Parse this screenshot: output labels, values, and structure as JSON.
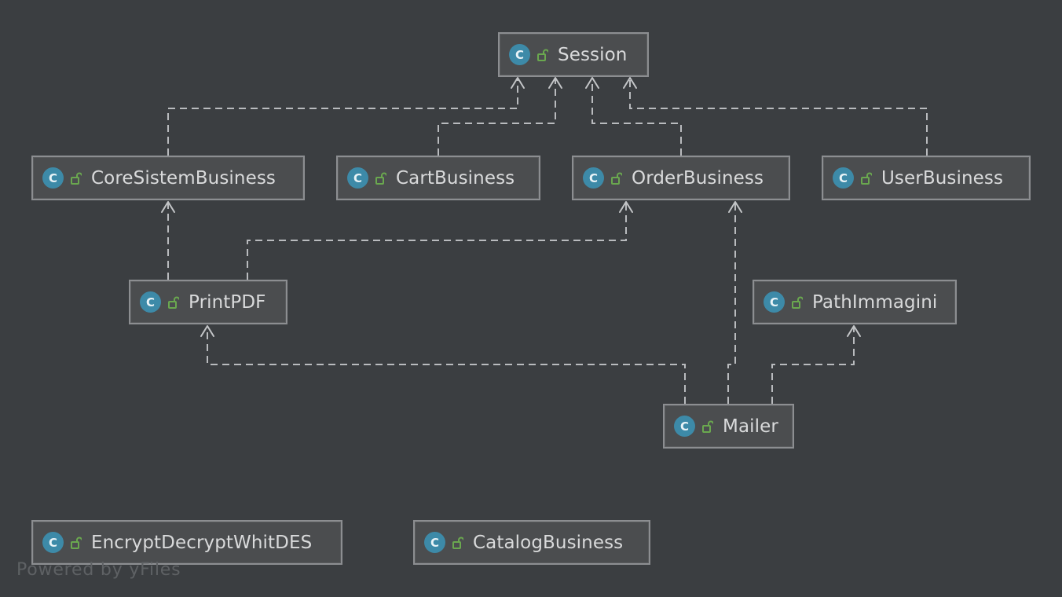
{
  "diagram": {
    "colors": {
      "background": "#3b3e41",
      "node_fill": "#4b4d4f",
      "node_border": "#8c8e91",
      "class_icon": "#3d8aa8",
      "lock_icon": "#6aa84f",
      "edge": "#b9bbbe"
    },
    "nodes": {
      "session": {
        "label": "Session",
        "icon": "C",
        "visibility_icon": "lock-open-icon"
      },
      "core_sistem_business": {
        "label": "CoreSistemBusiness",
        "icon": "C",
        "visibility_icon": "lock-open-icon"
      },
      "cart_business": {
        "label": "CartBusiness",
        "icon": "C",
        "visibility_icon": "lock-open-icon"
      },
      "order_business": {
        "label": "OrderBusiness",
        "icon": "C",
        "visibility_icon": "lock-open-icon"
      },
      "user_business": {
        "label": "UserBusiness",
        "icon": "C",
        "visibility_icon": "lock-open-icon"
      },
      "print_pdf": {
        "label": "PrintPDF",
        "icon": "C",
        "visibility_icon": "lock-open-icon"
      },
      "path_immagini": {
        "label": "PathImmagini",
        "icon": "C",
        "visibility_icon": "lock-open-icon"
      },
      "mailer": {
        "label": "Mailer",
        "icon": "C",
        "visibility_icon": "lock-open-icon"
      },
      "encrypt_decrypt_whit_des": {
        "label": "EncryptDecryptWhitDES",
        "icon": "C",
        "visibility_icon": "lock-open-icon"
      },
      "catalog_business": {
        "label": "CatalogBusiness",
        "icon": "C",
        "visibility_icon": "lock-open-icon"
      }
    },
    "edges": [
      {
        "from": "CoreSistemBusiness",
        "to": "Session",
        "style": "dashed",
        "arrow": "open"
      },
      {
        "from": "CartBusiness",
        "to": "Session",
        "style": "dashed",
        "arrow": "open"
      },
      {
        "from": "OrderBusiness",
        "to": "Session",
        "style": "dashed",
        "arrow": "open"
      },
      {
        "from": "UserBusiness",
        "to": "Session",
        "style": "dashed",
        "arrow": "open"
      },
      {
        "from": "PrintPDF",
        "to": "CoreSistemBusiness",
        "style": "dashed",
        "arrow": "open"
      },
      {
        "from": "PrintPDF",
        "to": "OrderBusiness",
        "style": "dashed",
        "arrow": "open"
      },
      {
        "from": "Mailer",
        "to": "PrintPDF",
        "style": "dashed",
        "arrow": "open"
      },
      {
        "from": "Mailer",
        "to": "OrderBusiness",
        "style": "dashed",
        "arrow": "open"
      },
      {
        "from": "Mailer",
        "to": "PathImmagini",
        "style": "dashed",
        "arrow": "open"
      }
    ],
    "watermark": "Powered by yFiles"
  }
}
